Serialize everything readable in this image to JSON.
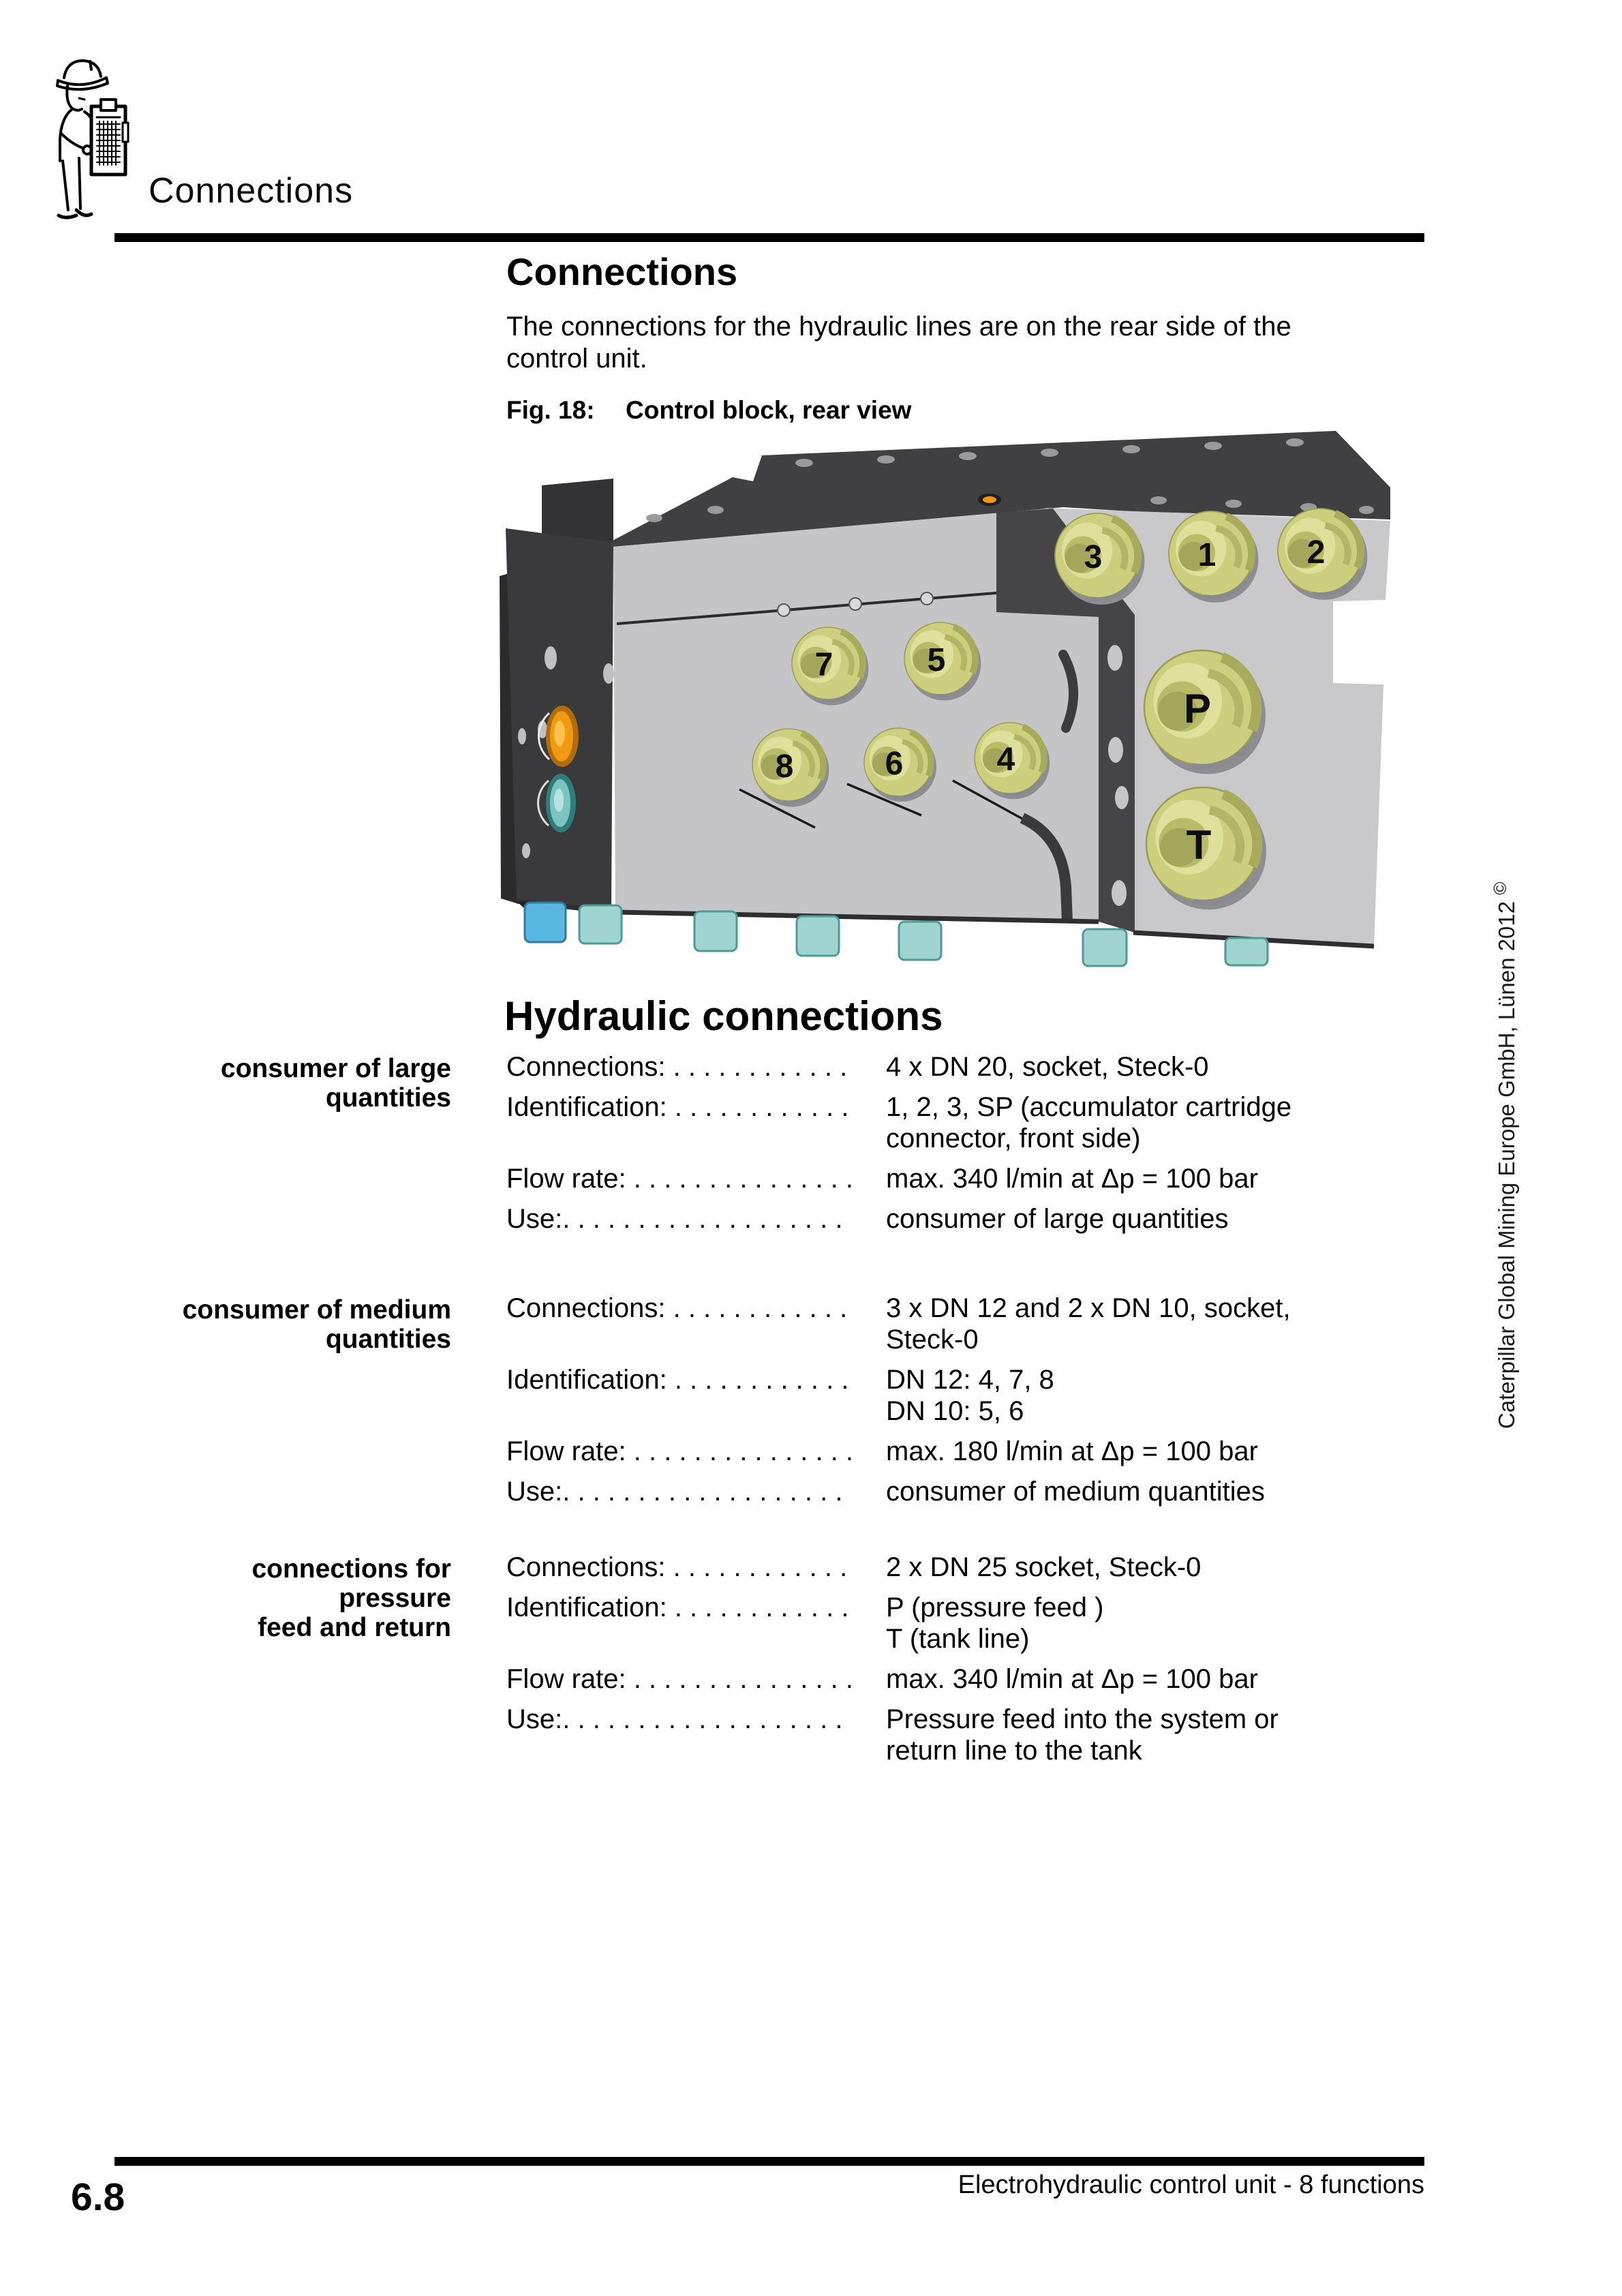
{
  "header": {
    "title": "Connections"
  },
  "page": {
    "title": "Connections",
    "intro_lines": [
      "The connections for the hydraulic lines are on the rear side of the",
      "control unit."
    ],
    "figure": {
      "label": "Fig. 18:",
      "caption": "Control block, rear view"
    },
    "section_heading": "Hydraulic connections",
    "groups": [
      {
        "side_label_lines": [
          "consumer of large",
          "quantities"
        ],
        "rows": [
          {
            "label": "Connections:",
            "dots": ". . . . . . . . . . . .",
            "value_lines": [
              "4 x DN 20, socket, Steck-0"
            ]
          },
          {
            "label": "Identification:",
            "dots": ". . . . . . . . . . . .",
            "value_lines": [
              "1, 2, 3, SP (accumulator cartridge",
              "connector, front side)"
            ]
          },
          {
            "label": "Flow rate:",
            "dots": ". . . . . . . . . . . . . . .",
            "value_lines": [
              "max. 340 l/min at Δp = 100 bar"
            ]
          },
          {
            "label": "Use:",
            "dots": ". . . . . . . . . . . . . . . . . . .",
            "value_lines": [
              "consumer of large quantities"
            ]
          }
        ]
      },
      {
        "side_label_lines": [
          "consumer of medium",
          "quantities"
        ],
        "rows": [
          {
            "label": "Connections:",
            "dots": ". . . . . . . . . . . .",
            "value_lines": [
              "3 x DN 12 and 2 x DN 10, socket,",
              "Steck-0"
            ]
          },
          {
            "label": "Identification:",
            "dots": ". . . . . . . . . . . .",
            "value_lines": [
              "DN 12: 4, 7, 8",
              "DN 10: 5, 6"
            ]
          },
          {
            "label": "Flow rate:",
            "dots": ". . . . . . . . . . . . . . .",
            "value_lines": [
              "max. 180 l/min at Δp = 100 bar"
            ]
          },
          {
            "label": "Use:",
            "dots": ". . . . . . . . . . . . . . . . . . .",
            "value_lines": [
              "consumer of medium quantities"
            ]
          }
        ]
      },
      {
        "side_label_lines": [
          "connections for pressure",
          "feed and return"
        ],
        "rows": [
          {
            "label": "Connections:",
            "dots": ". . . . . . . . . . . .",
            "value_lines": [
              "2 x DN 25 socket, Steck-0"
            ]
          },
          {
            "label": "Identification:",
            "dots": ". . . . . . . . . . . .",
            "value_lines": [
              "P (pressure feed )",
              "T (tank line)"
            ]
          },
          {
            "label": "Flow rate:",
            "dots": ". . . . . . . . . . . . . . .",
            "value_lines": [
              "max. 340 l/min at Δp = 100 bar"
            ]
          },
          {
            "label": "Use:",
            "dots": ". . . . . . . . . . . . . . . . . . .",
            "value_lines": [
              "Pressure feed into the system or",
              "return line to the tank"
            ]
          }
        ]
      }
    ]
  },
  "figure_ports": {
    "p3": "3",
    "p1": "1",
    "p2": "2",
    "p7": "7",
    "p5": "5",
    "p8": "8",
    "p6": "6",
    "p4": "4",
    "pP": "P",
    "pT": "T"
  },
  "sidebar": {
    "copyright": "Caterpillar Global Mining Europe GmbH, Lünen 2012",
    "symbol": "©"
  },
  "footer": {
    "page_number": "6.8",
    "text": "Electrohydraulic control unit - 8 functions"
  },
  "colors": {
    "port_fill": "#cdcf7f",
    "port_shade": "#a4a65a",
    "block_face": "#c5c5c7",
    "block_dark": "#3a3a3c",
    "accent_orange": "#ef9413",
    "accent_teal": "#8fcdc9"
  }
}
